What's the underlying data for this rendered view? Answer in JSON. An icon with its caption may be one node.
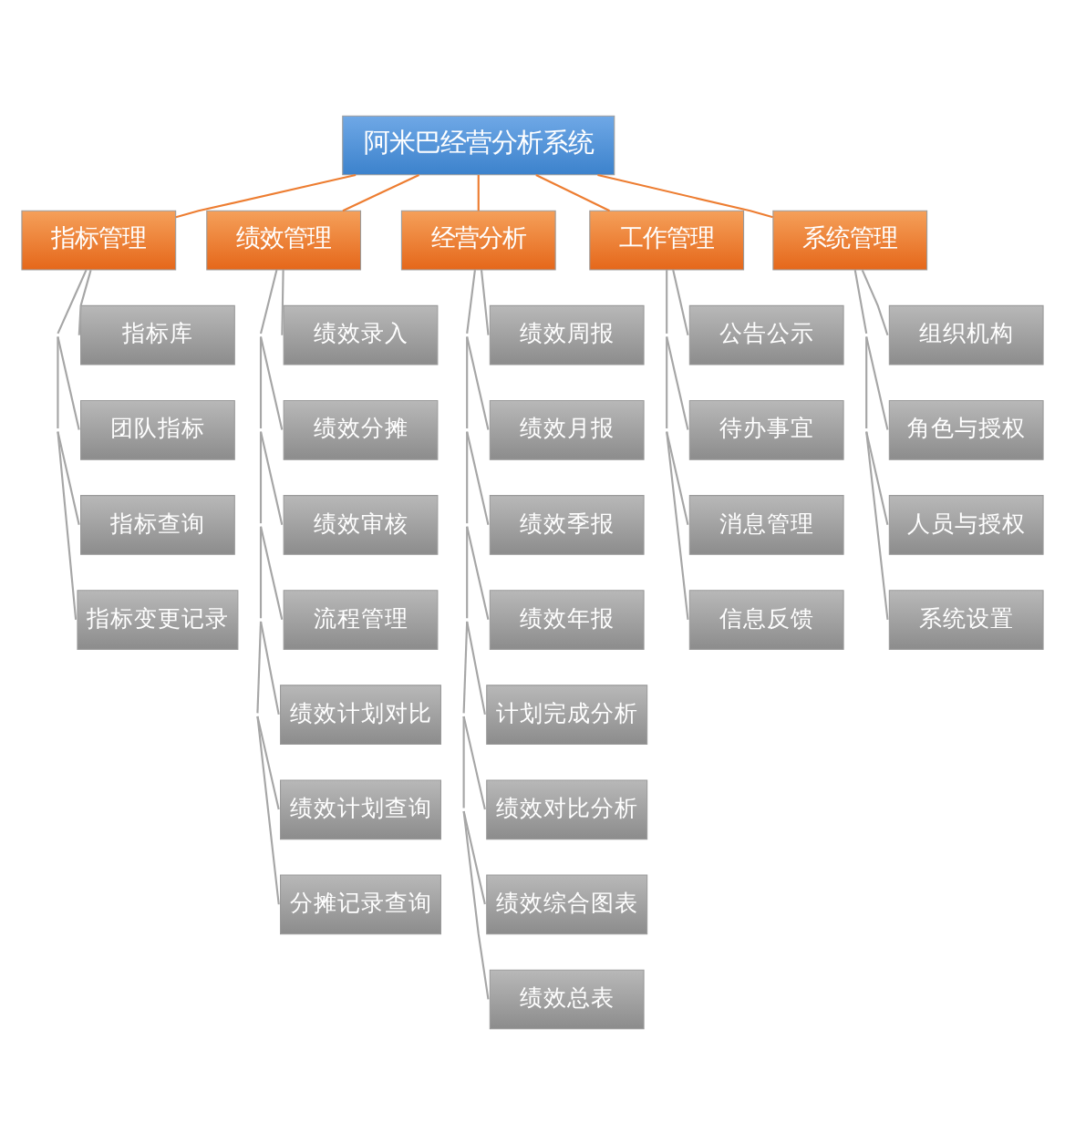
{
  "diagram": {
    "nodes": [
      {
        "text": [
          "阿米巴经营分析系统"
        ]
      },
      {
        "text": [
          "指标管理"
        ]
      },
      {
        "text": [
          "绩效管理"
        ]
      },
      {
        "text": [
          "经营分析"
        ]
      },
      {
        "text": [
          "工作管理"
        ]
      },
      {
        "text": [
          "系统管理"
        ]
      },
      {
        "text": [
          "指标库"
        ]
      },
      {
        "text": [
          "团队指标"
        ]
      },
      {
        "text": [
          "指标查询"
        ]
      },
      {
        "text": [
          "指标变更记录"
        ]
      },
      {
        "text": [
          "绩效录入"
        ]
      },
      {
        "text": [
          "绩效分摊"
        ]
      },
      {
        "text": [
          "绩效审核"
        ]
      },
      {
        "text": [
          "流程管理"
        ]
      },
      {
        "text": [
          "绩效计划对比"
        ]
      },
      {
        "text": [
          "绩效计划查询"
        ]
      },
      {
        "text": [
          "分摊记录查询"
        ]
      },
      {
        "text": [
          "绩效周报"
        ]
      },
      {
        "text": [
          "绩效月报"
        ]
      },
      {
        "text": [
          "绩效季报"
        ]
      },
      {
        "text": [
          "绩效年报"
        ]
      },
      {
        "text": [
          "计划完成分析"
        ]
      },
      {
        "text": [
          "绩效对比分析"
        ]
      },
      {
        "text": [
          "绩效综合图表"
        ]
      },
      {
        "text": [
          "绩效总表"
        ]
      },
      {
        "text": [
          "公告公示"
        ]
      },
      {
        "text": [
          "待办事宜"
        ]
      },
      {
        "text": [
          "消息管理"
        ]
      },
      {
        "text": [
          "信息反馈"
        ]
      },
      {
        "text": [
          "组织机构"
        ]
      },
      {
        "text": [
          "角色与授权"
        ]
      },
      {
        "text": [
          "人员与授权"
        ]
      },
      {
        "text": [
          "系统设置"
        ]
      }
    ],
    "edges": [
      {
        "from": 0,
        "to": 1,
        "arrow": "none",
        "color": "#ed7d31"
      },
      {
        "from": 0,
        "to": 2,
        "arrow": "none",
        "color": "#ed7d31"
      },
      {
        "from": 0,
        "to": 3,
        "arrow": "none",
        "color": "#ed7d31"
      },
      {
        "from": 0,
        "to": 4,
        "arrow": "none",
        "color": "#ed7d31"
      },
      {
        "from": 0,
        "to": 5,
        "arrow": "none",
        "color": "#ed7d31"
      },
      {
        "from": 1,
        "to": 6,
        "arrow": "none"
      },
      {
        "from": 1,
        "to": 7,
        "arrow": "none"
      },
      {
        "from": 1,
        "to": 8,
        "arrow": "none"
      },
      {
        "from": 1,
        "to": 9,
        "arrow": "none"
      },
      {
        "from": 2,
        "to": 10,
        "arrow": "none"
      },
      {
        "from": 2,
        "to": 11,
        "arrow": "none"
      },
      {
        "from": 2,
        "to": 12,
        "arrow": "none"
      },
      {
        "from": 2,
        "to": 13,
        "arrow": "none"
      },
      {
        "from": 2,
        "to": 14,
        "arrow": "none"
      },
      {
        "from": 2,
        "to": 15,
        "arrow": "none"
      },
      {
        "from": 2,
        "to": 16,
        "arrow": "none"
      },
      {
        "from": 3,
        "to": 17,
        "arrow": "none"
      },
      {
        "from": 3,
        "to": 18,
        "arrow": "none"
      },
      {
        "from": 3,
        "to": 19,
        "arrow": "none"
      },
      {
        "from": 3,
        "to": 20,
        "arrow": "none"
      },
      {
        "from": 3,
        "to": 21,
        "arrow": "none"
      },
      {
        "from": 3,
        "to": 22,
        "arrow": "none"
      },
      {
        "from": 3,
        "to": 23,
        "arrow": "none"
      },
      {
        "from": 3,
        "to": 24,
        "arrow": "none"
      },
      {
        "from": 4,
        "to": 25,
        "arrow": "none"
      },
      {
        "from": 4,
        "to": 26,
        "arrow": "none"
      },
      {
        "from": 4,
        "to": 27,
        "arrow": "none"
      },
      {
        "from": 4,
        "to": 28,
        "arrow": "none"
      },
      {
        "from": 5,
        "to": 29,
        "arrow": "none"
      },
      {
        "from": 5,
        "to": 30,
        "arrow": "none"
      },
      {
        "from": 5,
        "to": 31,
        "arrow": "none"
      },
      {
        "from": 5,
        "to": 32,
        "arrow": "none"
      }
    ]
  }
}
